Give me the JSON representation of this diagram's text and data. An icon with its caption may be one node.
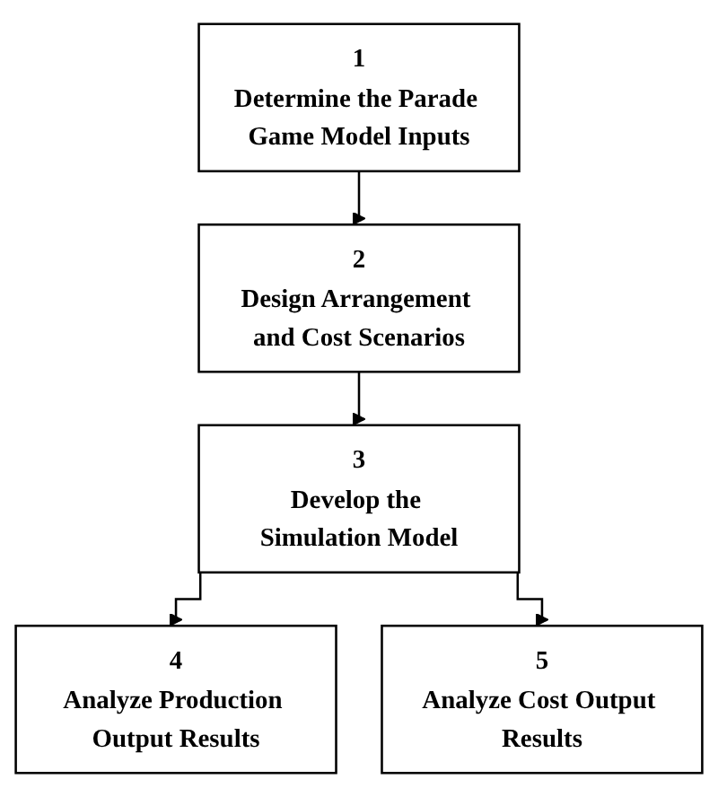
{
  "diagram": {
    "nodes": [
      {
        "text": [
          "1",
          "Determine the Parade Game Model Inputs"
        ]
      },
      {
        "text": [
          "2",
          "Design Arrangement and Cost Scenarios"
        ]
      },
      {
        "text": [
          "3",
          "Develop the Simulation Model"
        ]
      },
      {
        "text": [
          "4",
          "Analyze Production Output Results"
        ]
      },
      {
        "text": [
          "5",
          "Analyze Cost Output Results"
        ]
      }
    ],
    "edges": [
      {
        "from": 0,
        "to": 1,
        "arrow": "to"
      },
      {
        "from": 1,
        "to": 2,
        "arrow": "to"
      },
      {
        "from": 2,
        "to": 3,
        "arrow": "to"
      },
      {
        "from": 2,
        "to": 4,
        "arrow": "to"
      }
    ]
  }
}
